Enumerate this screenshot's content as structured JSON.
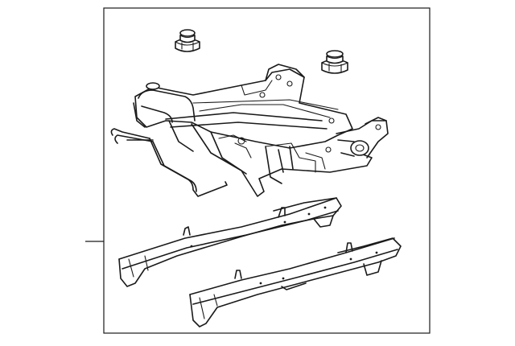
{
  "diagram": {
    "colors": {
      "line": "#1a1a1a",
      "background": "#ffffff",
      "frame": "#1a1a1a"
    },
    "parts": [
      {
        "name": "nut-left"
      },
      {
        "name": "nut-right"
      },
      {
        "name": "seat-adjuster-frame"
      },
      {
        "name": "adjuster-lever-rod"
      },
      {
        "name": "seat-track-left"
      },
      {
        "name": "seat-track-right"
      },
      {
        "name": "callout-leader-line"
      }
    ]
  }
}
